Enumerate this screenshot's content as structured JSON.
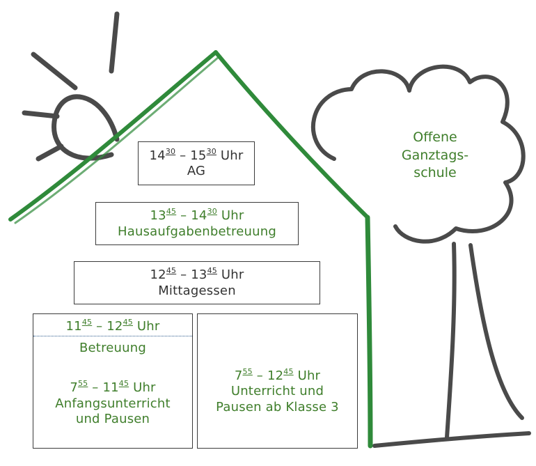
{
  "colors": {
    "green": "#3f7e2b",
    "gray": "#4a4a4a",
    "divider": "#2d5b8c"
  },
  "title": {
    "lines": [
      "Offene",
      "Ganztags-",
      "schule"
    ]
  },
  "blocks": {
    "ag": {
      "start_h": "14",
      "start_m": "30",
      "end_h": "15",
      "end_m": "30",
      "unit": "Uhr",
      "label": "AG"
    },
    "hausaufgaben": {
      "start_h": "13",
      "start_m": "45",
      "end_h": "14",
      "end_m": "30",
      "unit": "Uhr",
      "label": "Hausaufgabenbetreuung"
    },
    "mittagessen": {
      "start_h": "12",
      "start_m": "45",
      "end_h": "13",
      "end_m": "45",
      "unit": "Uhr",
      "label": "Mittagessen"
    },
    "betreuung": {
      "start_h": "11",
      "start_m": "45",
      "end_h": "12",
      "end_m": "45",
      "unit": "Uhr",
      "label": "Betreuung"
    },
    "anfangsunterricht": {
      "start_h": "7",
      "start_m": "55",
      "end_h": "11",
      "end_m": "45",
      "unit": "Uhr",
      "label_line1": "Anfangsunterricht",
      "label_line2": "und Pausen"
    },
    "unterricht": {
      "start_h": "7",
      "start_m": "55",
      "end_h": "12",
      "end_m": "45",
      "unit": "Uhr",
      "label_line1": "Unterricht und",
      "label_line2": "Pausen ab Klasse 3"
    }
  }
}
